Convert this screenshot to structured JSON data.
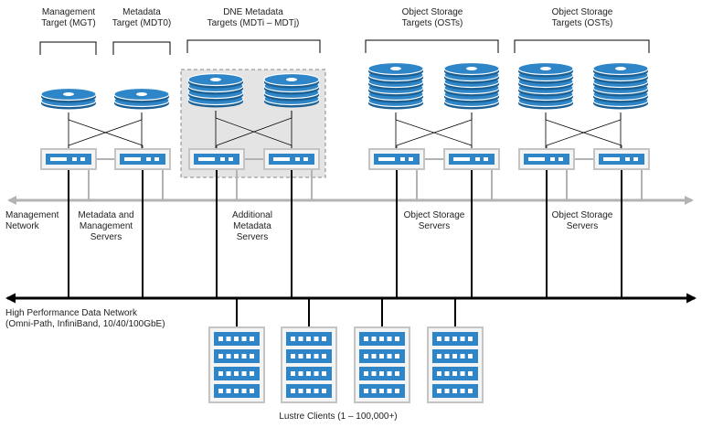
{
  "colors": {
    "disk_fill": "#2e86c8",
    "disk_stroke": "#1b5f93",
    "server_fill": "#2e86c8",
    "server_frame": "#c4c4c4",
    "mgmt_line": "#b3b3b3",
    "data_line": "#000000",
    "dne_panel": "#e4e4e4"
  },
  "targets": {
    "mgt": [
      "Management",
      "Target (MGT)"
    ],
    "mdt0": [
      "Metadata",
      "Target (MDT0)"
    ],
    "dne": [
      "DNE Metadata",
      "Targets (MDTi – MDTj)"
    ],
    "ost_a": [
      "Object Storage",
      "Targets (OSTs)"
    ],
    "ost_b": [
      "Object Storage",
      "Targets (OSTs)"
    ]
  },
  "servers": {
    "mds": [
      "Metadata and",
      "Management",
      "Servers"
    ],
    "additional": [
      "Additional",
      "Metadata",
      "Servers"
    ],
    "oss_a": [
      "Object Storage",
      "Servers"
    ],
    "oss_b": [
      "Object Storage",
      "Servers"
    ]
  },
  "networks": {
    "management": [
      "Management",
      "Network"
    ],
    "data": [
      "High Performance Data  Network",
      "(Omni-Path, InfiniBand, 10/40/100GbE)"
    ]
  },
  "clients": {
    "label": "Lustre Clients (1 – 100,000+)"
  }
}
